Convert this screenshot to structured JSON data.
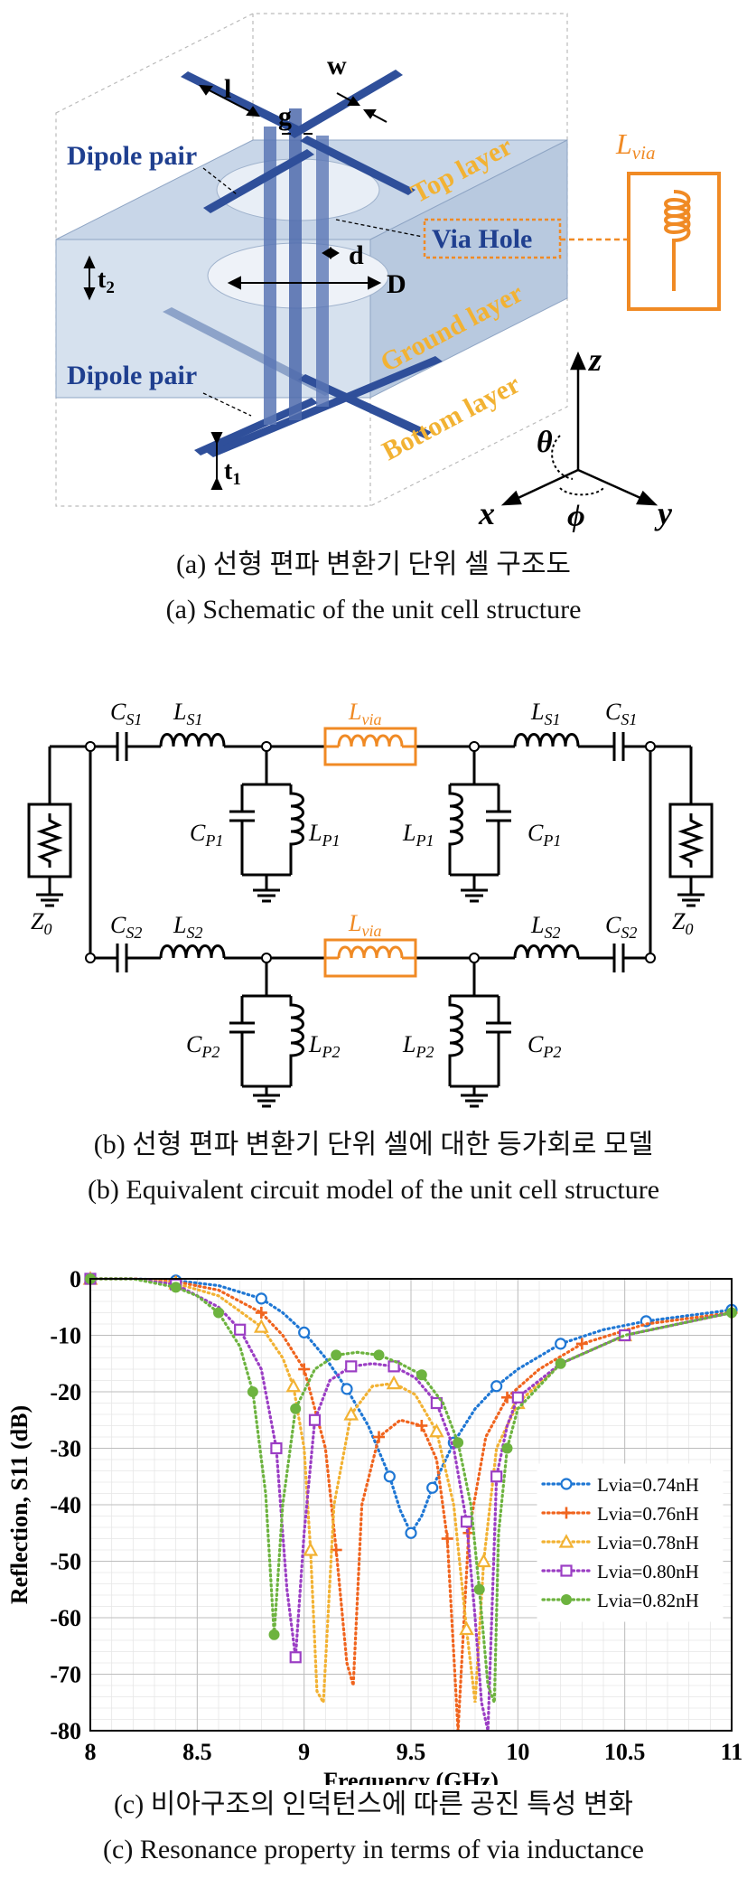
{
  "figure_a": {
    "caption_ko": "(a) 선형 편파 변환기 단위 셀 구조도",
    "caption_en": "(a) Schematic of the unit cell structure",
    "labels": {
      "l": "l",
      "w": "w",
      "g": "g",
      "d": "d",
      "D": "D",
      "t2": "t",
      "t2_sub": "2",
      "t1": "t",
      "t1_sub": "1",
      "dipole_top": "Dipole pair",
      "dipole_bottom": "Dipole pair",
      "via_hole": "Via Hole",
      "top_layer": "Top layer",
      "ground_layer": "Ground layer",
      "bottom_layer": "Bottom layer",
      "lvia": "L",
      "lvia_sub": "via",
      "axis_z": "z",
      "axis_x": "x",
      "axis_y": "y",
      "theta": "θ",
      "phi": "ϕ"
    },
    "colors": {
      "dipole": "#2f4f9a",
      "orange": "#f08a24",
      "text_blue": "#1f3f8f",
      "layer_text": "#f2b233"
    }
  },
  "figure_b": {
    "caption_ko": "(b) 선형 편파 변환기 단위 셀에 대한 등가회로 모델",
    "caption_en": "(b) Equivalent circuit model of the unit cell structure",
    "labels": {
      "cs1_l": "C",
      "cs1_sub": "S1",
      "ls1_l": "L",
      "ls1_sub": "S1",
      "cs2_l": "C",
      "cs2_sub": "S2",
      "ls2_l": "L",
      "ls2_sub": "S2",
      "cp1_l": "C",
      "cp1_sub": "P1",
      "lp1_l": "L",
      "lp1_sub": "P1",
      "cp2_l": "C",
      "cp2_sub": "P2",
      "lp2_l": "L",
      "lp2_sub": "P2",
      "lvia_l": "L",
      "lvia_sub": "via",
      "z0_l": "Z",
      "z0_sub": "0"
    }
  },
  "figure_c": {
    "caption_ko": "(c) 비아구조의 인덕턴스에 따른 공진 특성 변화",
    "caption_en": "(c) Resonance property in terms of via inductance"
  },
  "chart_data": {
    "type": "line",
    "xlabel": "Frequency (GHz)",
    "ylabel": "Reflection, S11 (dB)",
    "xlim": [
      8,
      11
    ],
    "ylim": [
      -80,
      0
    ],
    "xticks": [
      8,
      8.5,
      9,
      9.5,
      10,
      10.5,
      11
    ],
    "xtick_labels": [
      "8",
      "8.5",
      "9",
      "9.5",
      "10",
      "10.5",
      "11"
    ],
    "yticks": [
      0,
      -10,
      -20,
      -30,
      -40,
      -50,
      -60,
      -70,
      -80
    ],
    "ytick_labels": [
      "0",
      "-10",
      "-20",
      "-30",
      "-40",
      "-50",
      "-60",
      "-70",
      "-80"
    ],
    "grid": true,
    "legend_position": "center-right",
    "series": [
      {
        "name": "Lvia=0.74nH",
        "color": "#1f77d4",
        "marker": "circle",
        "x": [
          8.0,
          8.2,
          8.4,
          8.6,
          8.8,
          8.9,
          9.0,
          9.1,
          9.2,
          9.3,
          9.4,
          9.45,
          9.5,
          9.55,
          9.6,
          9.65,
          9.7,
          9.8,
          9.9,
          10.0,
          10.2,
          10.4,
          10.6,
          10.8,
          11.0
        ],
        "y": [
          0,
          0,
          -0.3,
          -1.2,
          -3.5,
          -6,
          -9.5,
          -14,
          -19.5,
          -26,
          -35,
          -41,
          -45,
          -42,
          -37,
          -33,
          -29,
          -23,
          -19,
          -16,
          -11.5,
          -9,
          -7.5,
          -6.5,
          -5.5
        ]
      },
      {
        "name": "Lvia=0.76nH",
        "color": "#f0641e",
        "marker": "plus",
        "x": [
          8.0,
          8.2,
          8.4,
          8.6,
          8.8,
          8.9,
          9.0,
          9.1,
          9.15,
          9.2,
          9.23,
          9.27,
          9.35,
          9.45,
          9.55,
          9.62,
          9.67,
          9.72,
          9.77,
          9.85,
          9.95,
          10.1,
          10.3,
          10.6,
          11.0
        ],
        "y": [
          0,
          0,
          -0.5,
          -2,
          -6,
          -10,
          -16,
          -30,
          -48,
          -68,
          -72,
          -40,
          -28,
          -25,
          -26,
          -32,
          -46,
          -80,
          -45,
          -28,
          -21,
          -16,
          -11.5,
          -8,
          -6
        ]
      },
      {
        "name": "Lvia=0.78nH",
        "color": "#f2b233",
        "marker": "triangle",
        "x": [
          8.0,
          8.2,
          8.4,
          8.6,
          8.8,
          8.9,
          8.95,
          9.0,
          9.03,
          9.06,
          9.09,
          9.14,
          9.22,
          9.32,
          9.42,
          9.52,
          9.62,
          9.7,
          9.76,
          9.8,
          9.84,
          9.9,
          10.0,
          10.2,
          10.5,
          11.0
        ],
        "y": [
          0,
          0,
          -0.8,
          -3,
          -8.5,
          -14,
          -19,
          -30,
          -48,
          -73,
          -75,
          -40,
          -24,
          -19,
          -18.5,
          -20.5,
          -27,
          -40,
          -62,
          -75,
          -50,
          -30,
          -22,
          -15,
          -10,
          -6
        ]
      },
      {
        "name": "Lvia=0.80nH",
        "color": "#9b3ec4",
        "marker": "square",
        "x": [
          8.0,
          8.2,
          8.4,
          8.6,
          8.7,
          8.8,
          8.87,
          8.92,
          8.96,
          9.0,
          9.05,
          9.12,
          9.22,
          9.32,
          9.42,
          9.52,
          9.62,
          9.7,
          9.76,
          9.8,
          9.83,
          9.86,
          9.9,
          9.95,
          10.0,
          10.2,
          10.5,
          11.0
        ],
        "y": [
          0,
          0,
          -1,
          -5,
          -9,
          -16,
          -30,
          -55,
          -67,
          -45,
          -25,
          -18,
          -15.5,
          -15,
          -15.5,
          -17.5,
          -22,
          -30,
          -43,
          -60,
          -75,
          -80,
          -35,
          -26,
          -21,
          -15,
          -10,
          -6
        ]
      },
      {
        "name": "Lvia=0.82nH",
        "color": "#6db33f",
        "marker": "circle-filled",
        "x": [
          8.0,
          8.2,
          8.4,
          8.5,
          8.6,
          8.7,
          8.76,
          8.82,
          8.86,
          8.9,
          8.96,
          9.05,
          9.15,
          9.25,
          9.35,
          9.45,
          9.55,
          9.65,
          9.72,
          9.78,
          9.82,
          9.86,
          9.89,
          9.91,
          9.95,
          10.0,
          10.2,
          10.5,
          11.0
        ],
        "y": [
          0,
          0,
          -1.5,
          -3,
          -6,
          -12,
          -20,
          -38,
          -63,
          -40,
          -23,
          -16,
          -13.5,
          -13,
          -13.5,
          -15,
          -17,
          -22,
          -29,
          -40,
          -55,
          -72,
          -75,
          -45,
          -30,
          -23,
          -15,
          -10,
          -6
        ]
      }
    ]
  }
}
